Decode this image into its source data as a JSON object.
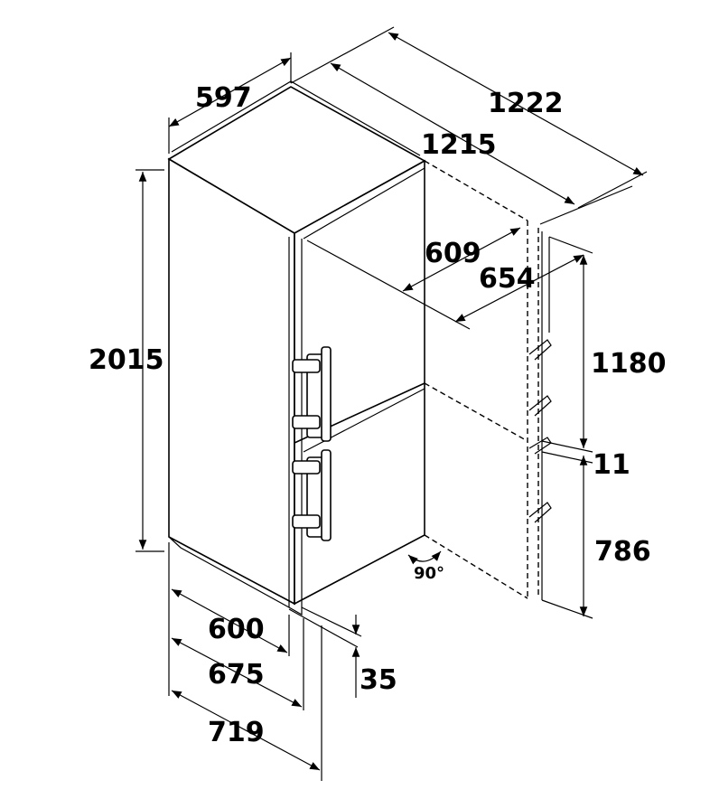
{
  "dimensions": {
    "width_top": "597",
    "depth_total_open": "1222",
    "depth_open_door": "1215",
    "depth_609": "609",
    "depth_654": "654",
    "height_total": "2015",
    "door_upper_height": "1180",
    "gap": "11",
    "door_lower_height": "786",
    "width_600": "600",
    "width_675": "675",
    "width_719": "719",
    "offset_35": "35",
    "angle": "90°"
  }
}
